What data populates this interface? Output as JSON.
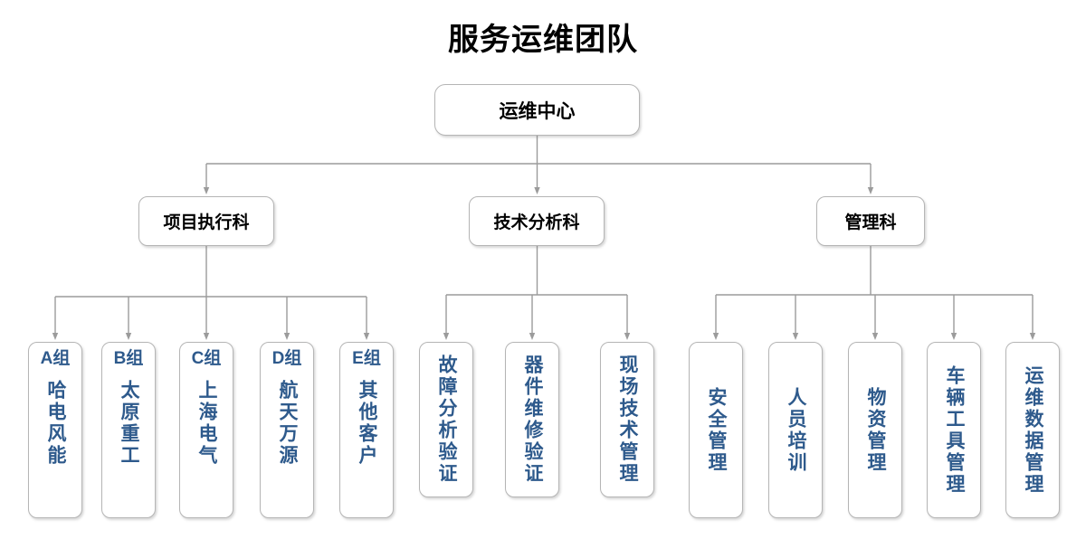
{
  "title": "服务运维团队",
  "colors": {
    "title_text": "#000000",
    "box_border": "#b5b5b5",
    "box_fill": "#ffffff",
    "leaf_text": "#2e5a8c",
    "dept_text": "#000000",
    "connector": "#9b9b9b"
  },
  "root": {
    "label": "运维中心"
  },
  "departments": [
    {
      "label": "项目执行科",
      "children": [
        {
          "code": "A组",
          "name": "哈电风能"
        },
        {
          "code": "B组",
          "name": "太原重工"
        },
        {
          "code": "C组",
          "name": "上海电气"
        },
        {
          "code": "D组",
          "name": "航天万源"
        },
        {
          "code": "E组",
          "name": "其他客户"
        }
      ]
    },
    {
      "label": "技术分析科",
      "children": [
        {
          "code": "",
          "name": "故障分析验证"
        },
        {
          "code": "",
          "name": "器件维修验证"
        },
        {
          "code": "",
          "name": "现场技术管理"
        }
      ]
    },
    {
      "label": "管理科",
      "children": [
        {
          "code": "",
          "name": "安全管理"
        },
        {
          "code": "",
          "name": "人员培训"
        },
        {
          "code": "",
          "name": "物资管理"
        },
        {
          "code": "",
          "name": "车辆工具管理"
        },
        {
          "code": "",
          "name": "运维数据管理"
        }
      ]
    }
  ]
}
